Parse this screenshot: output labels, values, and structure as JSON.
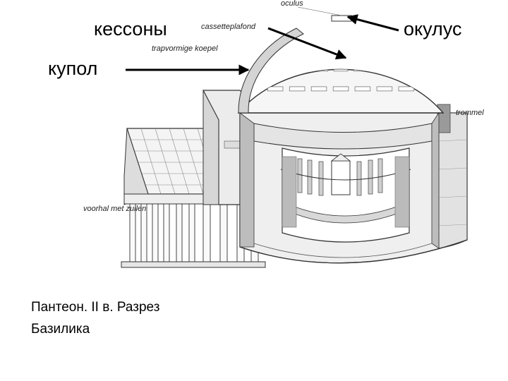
{
  "labels": {
    "kessony": "кессоны",
    "kupol": "купол",
    "okulus": "окулус"
  },
  "drawing_labels": {
    "oculus": "oculus",
    "cassetteplafond": "cassetteplafond",
    "trapvormige_koepel": "trapvormige koepel",
    "trommel": "trommel",
    "voorhal_met_zuilen": "voorhal met zuilen"
  },
  "caption": {
    "line1": "Пантеон. II в. Разрез",
    "line2": "Базилика"
  },
  "colors": {
    "ink": "#000000",
    "line": "#333333",
    "light_fill": "#f4f4f4",
    "shade": "#d8d8d8",
    "dark_shade": "#9a9a9a"
  }
}
